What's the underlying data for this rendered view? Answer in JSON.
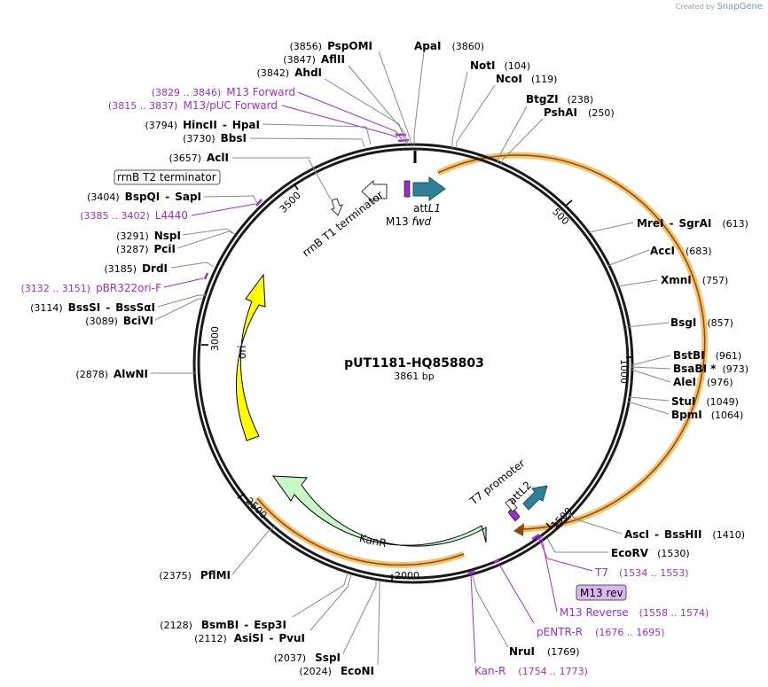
{
  "credit": {
    "prefix": "Created by",
    "brand": "SnapGene"
  },
  "plasmid": {
    "name": "pUT1181-HQ858803",
    "size": "3861 bp"
  },
  "ticks": [
    "500",
    "1000",
    "1500",
    "2000",
    "2500",
    "3000",
    "3500"
  ],
  "sites": [
    {
      "pos": "(3856)",
      "name": "PspOMI"
    },
    {
      "pos": "(3847)",
      "name": "AflII"
    },
    {
      "pos": "(3842)",
      "name": "AhdI"
    },
    {
      "name": "ApaI",
      "pos": "(3860)"
    },
    {
      "name": "NotI",
      "pos": "(104)"
    },
    {
      "name": "NcoI",
      "pos": "(119)"
    },
    {
      "name": "BtgZI",
      "pos": "(238)"
    },
    {
      "name": "PshAI",
      "pos": "(250)"
    },
    {
      "pos": "(3794)",
      "name": "HincII",
      "name2": "HpaI"
    },
    {
      "pos": "(3730)",
      "name": "BbsI"
    },
    {
      "pos": "(3657)",
      "name": "AclI"
    },
    {
      "pos": "(3404)",
      "name": "BspQI",
      "name2": "SapI"
    },
    {
      "pos": "(3291)",
      "name": "NspI"
    },
    {
      "pos": "(3287)",
      "name": "PciI"
    },
    {
      "pos": "(3185)",
      "name": "DrdI"
    },
    {
      "pos": "(3114)",
      "name": "BssSI",
      "name2": "BssSαI"
    },
    {
      "pos": "(3089)",
      "name": "BciVI"
    },
    {
      "pos": "(2878)",
      "name": "AlwNI"
    },
    {
      "pos": "(2375)",
      "name": "PflMI"
    },
    {
      "pos": "(2128)",
      "name": "BsmBI",
      "name2": "Esp3I"
    },
    {
      "pos": "(2112)",
      "name": "AsiSI",
      "name2": "PvuI"
    },
    {
      "pos": "(2037)",
      "name": "SspI"
    },
    {
      "pos": "(2024)",
      "name": "EcoNI"
    },
    {
      "name": "NruI",
      "pos": "(1769)"
    },
    {
      "name": "MreI",
      "name2": "SgrAI",
      "pos": "(613)"
    },
    {
      "name": "AccI",
      "pos": "(683)"
    },
    {
      "name": "XmnI",
      "pos": "(757)"
    },
    {
      "name": "BsgI",
      "pos": "(857)"
    },
    {
      "name": "BstBI",
      "pos": "(961)"
    },
    {
      "name": "BsaBI *",
      "pos": "(973)"
    },
    {
      "name": "AleI",
      "pos": "(976)"
    },
    {
      "name": "StuI",
      "pos": "(1049)"
    },
    {
      "name": "BpmI",
      "pos": "(1064)"
    },
    {
      "name": "AscI",
      "name2": "BssHII",
      "pos": "(1410)"
    },
    {
      "name": "EcoRV",
      "pos": "(1530)"
    }
  ],
  "primers": [
    {
      "range": "(3829 .. 3846)",
      "name": "M13 Forward"
    },
    {
      "range": "(3815 .. 3837)",
      "name": "M13/pUC Forward"
    },
    {
      "range": "(3385 .. 3402)",
      "name": "L4440"
    },
    {
      "range": "(3132 .. 3151)",
      "name": "pBR322ori-F"
    },
    {
      "name": "T7",
      "range": "(1534 .. 1553)"
    },
    {
      "name": "M13 Reverse",
      "range": "(1558 .. 1574)"
    },
    {
      "name": "pENTR-R",
      "range": "(1676 .. 1695)"
    },
    {
      "name": "Kan-R",
      "range": "(1754 .. 1773)"
    }
  ],
  "features": {
    "rrnb_t2": "rrnB T2 terminator",
    "rrnb_t1": "rrnB T1 terminator",
    "attl1_a": "att",
    "attl1_b": "L1",
    "m13fwd_a": "M13 ",
    "m13fwd_b": "fwd",
    "ori": "ori",
    "kanr": "KanR",
    "t7promoter": "T7 promoter",
    "attl2": "attL2",
    "m13rev": "M13 rev"
  },
  "colors": {
    "backbone": "#1a1a1a",
    "orf_highlight": "#f5c26b",
    "orf_line": "#8b4a12",
    "ori_fill": "#ffff00",
    "kanr_fill": "#c8f7c8",
    "att_fill": "#2f7f96",
    "primer": "#9a2fd0",
    "leader": "#8a8a8a"
  }
}
